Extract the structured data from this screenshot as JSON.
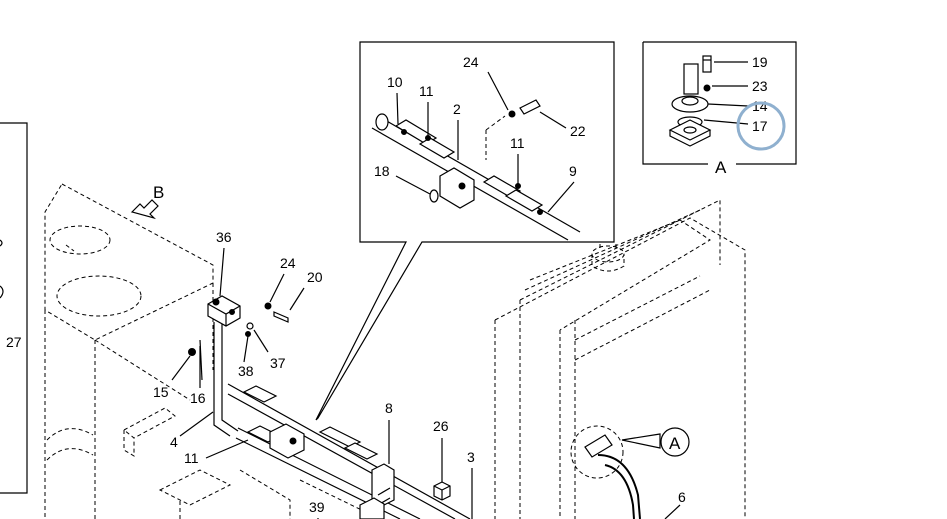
{
  "callouts": {
    "detail_top": [
      "10",
      "11",
      "2",
      "24",
      "22",
      "18",
      "11",
      "9"
    ],
    "detail_a": [
      "19",
      "23",
      "14",
      "17"
    ],
    "main": [
      "36",
      "24",
      "20",
      "38",
      "37",
      "15",
      "16",
      "4",
      "11",
      "8",
      "26",
      "3",
      "39",
      "6",
      "27"
    ],
    "view_b": "B",
    "view_a": "A",
    "detail_a_label": "A"
  },
  "highlight": {
    "target": "17",
    "color": "#8fb0cf"
  }
}
